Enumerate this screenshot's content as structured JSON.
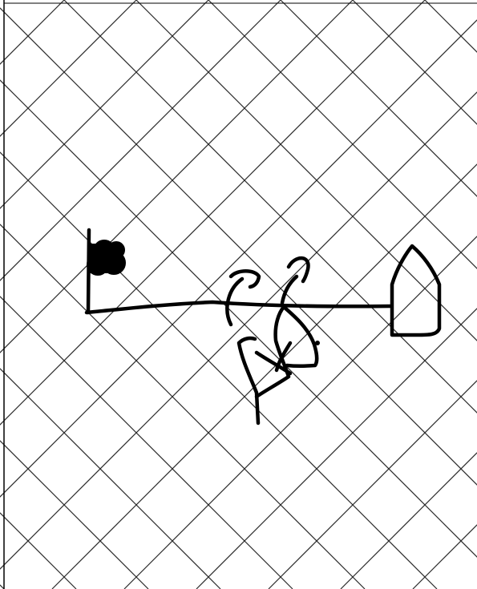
{
  "canvas": {
    "background": "#ffffff",
    "grid_color": "#2a2a2a",
    "ink_color": "#000000",
    "grid_pattern": "diagonal-crosshatch"
  },
  "sketch": {
    "strokes": [
      "left-post",
      "flag-blob",
      "baseline",
      "left-arc",
      "left-cap",
      "right-arc",
      "right-cap",
      "center-tree",
      "right-house"
    ]
  }
}
